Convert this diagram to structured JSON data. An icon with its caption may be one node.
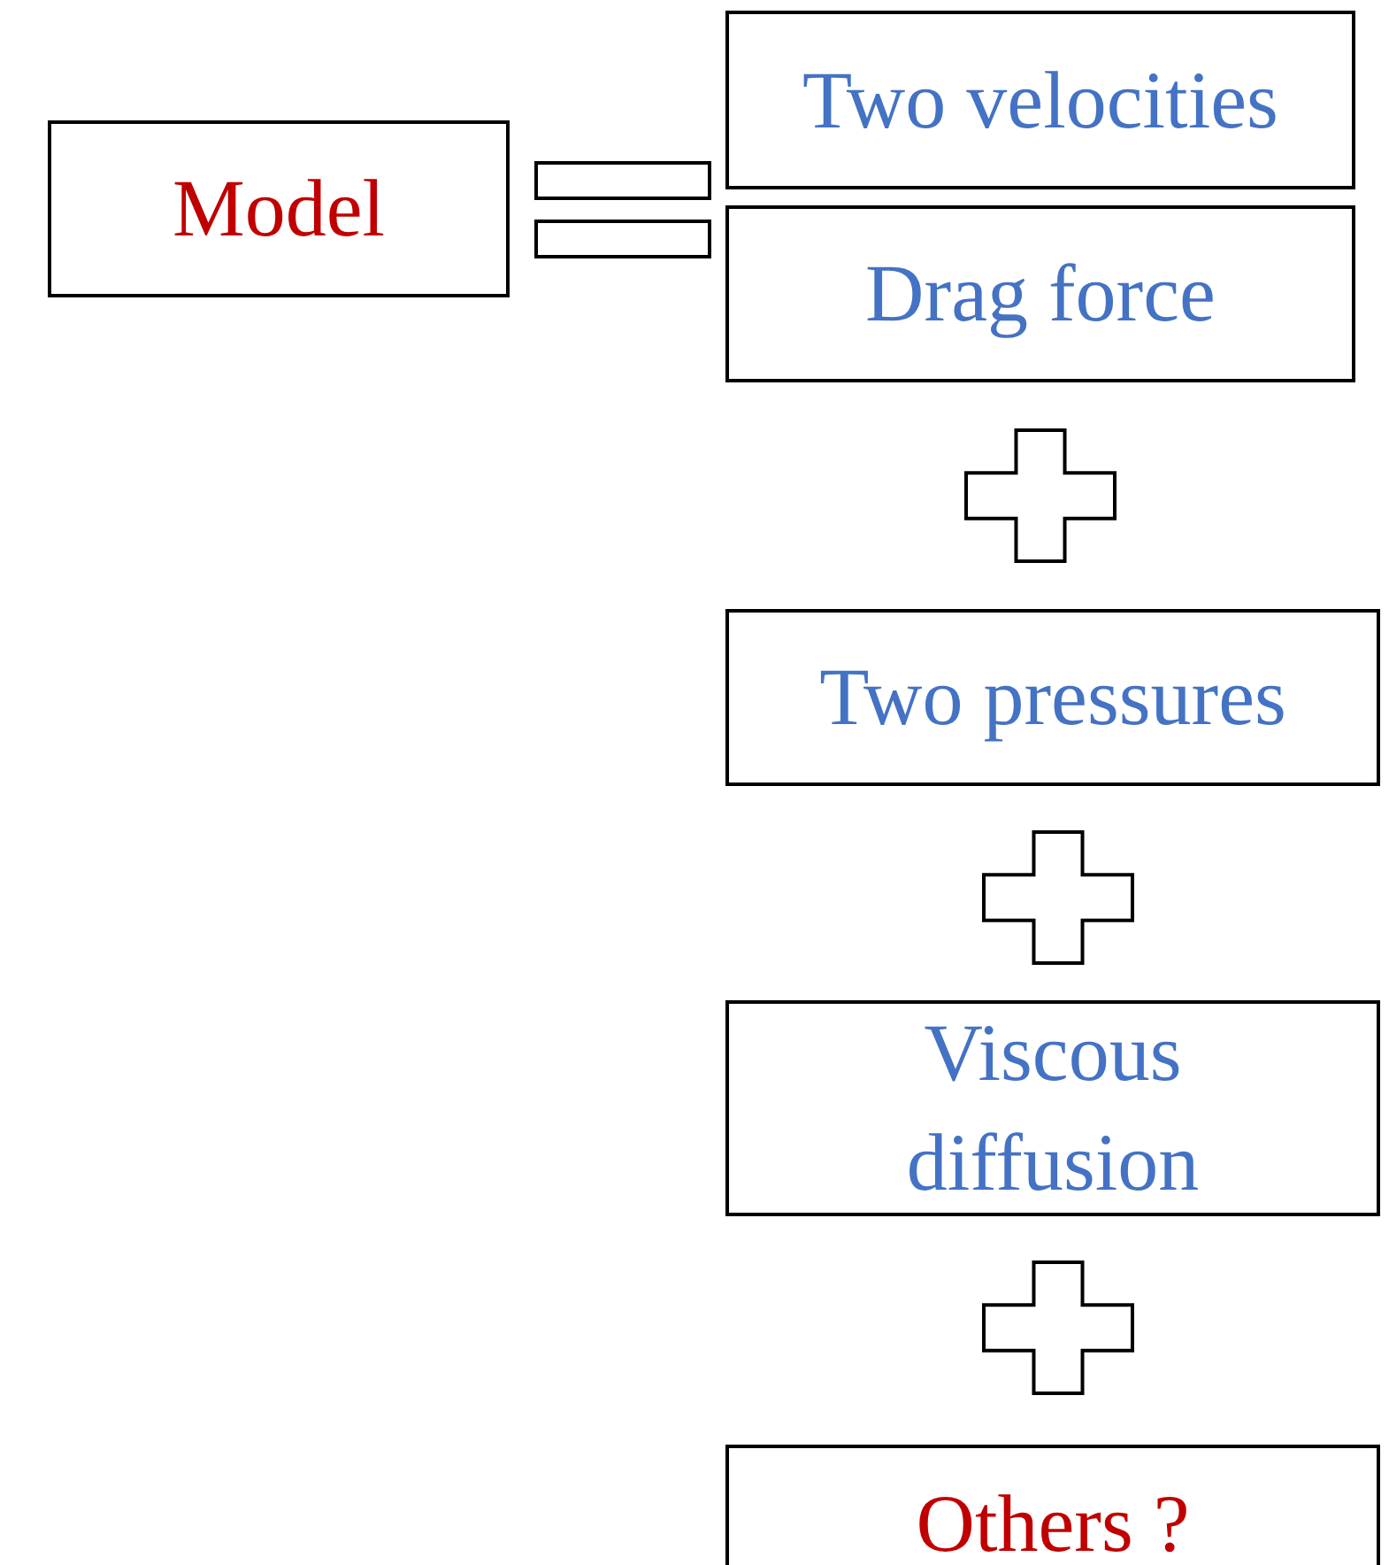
{
  "diagram": {
    "nodes": [
      {
        "text": [
          "Model"
        ]
      },
      {
        "text": [],
        "shape": "equals"
      },
      {
        "text": [
          "Two velocities"
        ]
      },
      {
        "text": [
          "Drag force"
        ]
      },
      {
        "text": [],
        "shape": "plus"
      },
      {
        "text": [
          "Two pressures"
        ]
      },
      {
        "text": [],
        "shape": "plus"
      },
      {
        "text": [
          "Viscous diffusion"
        ]
      },
      {
        "text": [],
        "shape": "plus"
      },
      {
        "text": [
          "Others ?"
        ]
      }
    ]
  }
}
